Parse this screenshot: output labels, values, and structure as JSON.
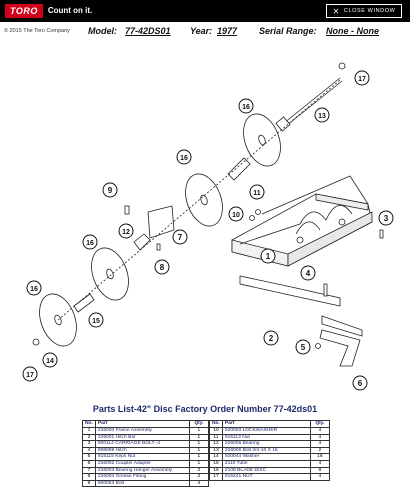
{
  "topbar": {
    "brand": "TORO",
    "tagline": "Count on it.",
    "close_label": "CLOSE WINDOW",
    "close_icon": "close-icon"
  },
  "header": {
    "copyright": "© 2015 The Toro Company",
    "model_label": "Model:",
    "model_value": "77-42DS01",
    "year_label": "Year:",
    "year_value": "1977",
    "serial_label": "Serial Range:",
    "serial_value": "None - None"
  },
  "callouts": [
    "1",
    "2",
    "3",
    "4",
    "5",
    "6",
    "7",
    "8",
    "9",
    "10",
    "11",
    "12",
    "13",
    "14",
    "15",
    "16",
    "16",
    "16",
    "16",
    "17",
    "17"
  ],
  "parts_list": {
    "title": "Parts List-42\" Disc Factory Order Number 77-42ds01",
    "headers": {
      "no": "No.",
      "part": "Part",
      "qty": "Qty."
    },
    "left": [
      {
        "no": "1",
        "part": "226000 Frame Assembly",
        "qty": "1"
      },
      {
        "no": "2",
        "part": "226001 Hitch Bar",
        "qty": "1"
      },
      {
        "no": "3",
        "part": "900114 CARRIAGE BOLT -4",
        "qty": "1"
      },
      {
        "no": "4",
        "part": "908009 Hitch",
        "qty": "1"
      },
      {
        "no": "5",
        "part": "915115 Keps Nut",
        "qty": "1"
      },
      {
        "no": "6",
        "part": "226002 Coupler Adapter",
        "qty": "1"
      },
      {
        "no": "7",
        "part": "226003 Bearing Hanger Assembly",
        "qty": "2"
      },
      {
        "no": "8",
        "part": "226004 Grease Fitting",
        "qty": "2"
      },
      {
        "no": "9",
        "part": "900063 Bolt",
        "qty": "4"
      }
    ],
    "right": [
      {
        "no": "10",
        "part": "920003 LOCKWASHER",
        "qty": "4"
      },
      {
        "no": "11",
        "part": "915113 Nut",
        "qty": "4"
      },
      {
        "no": "12",
        "part": "226005 Bearing",
        "qty": "4"
      },
      {
        "no": "13",
        "part": "226006 Bolt 3/4-10 X 16",
        "qty": "2"
      },
      {
        "no": "14",
        "part": "920044 Washer",
        "qty": "16"
      },
      {
        "no": "15",
        "part": "2110 Tube",
        "qty": "4"
      },
      {
        "no": "16",
        "part": "2108 BLADE DISC",
        "qty": "8"
      },
      {
        "no": "17",
        "part": "915241 NUT",
        "qty": "4"
      }
    ]
  }
}
